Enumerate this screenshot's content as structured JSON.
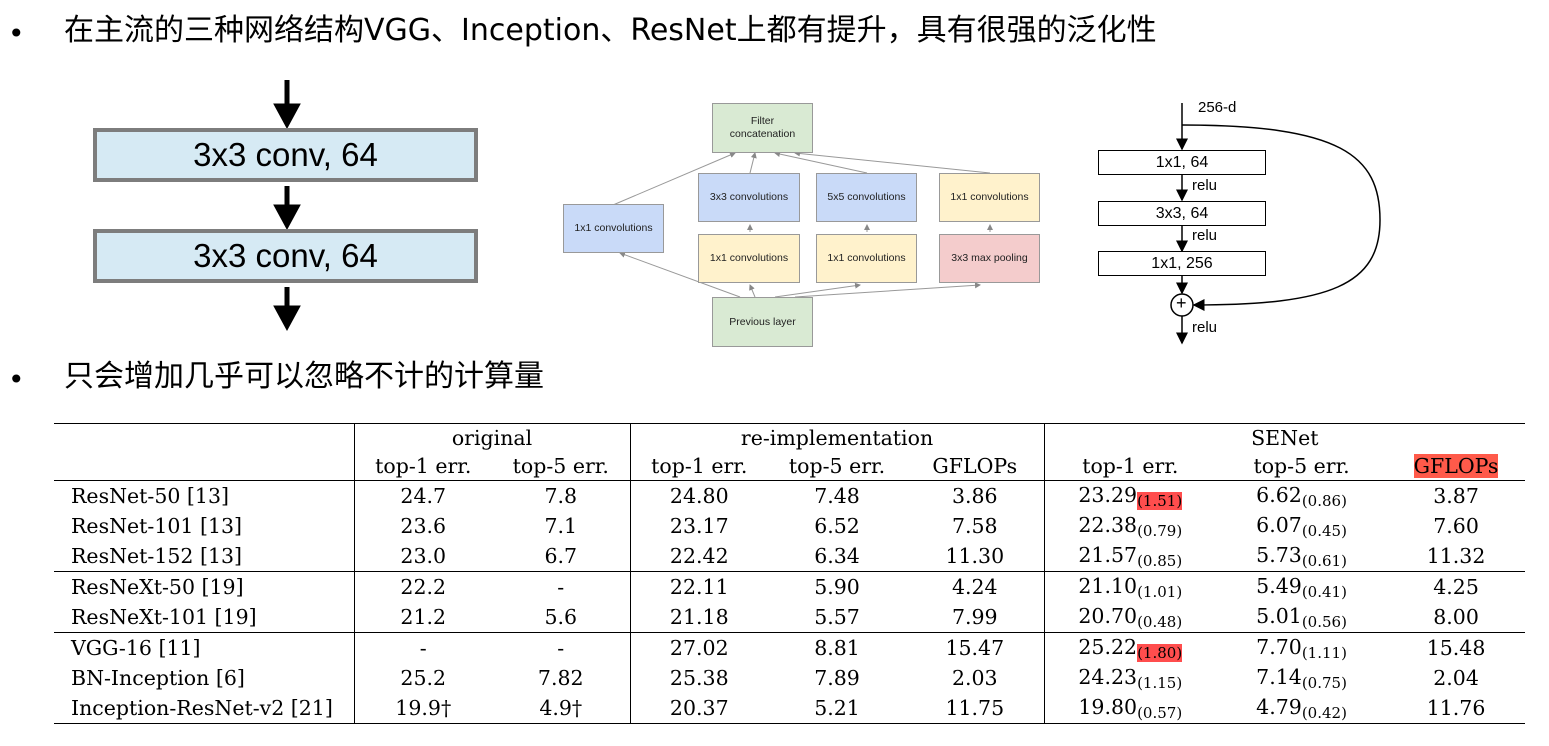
{
  "bullets": {
    "b1": "在主流的三种网络结构VGG、Inception、ResNet上都有提升，具有很强的泛化性",
    "b2": "只会增加几乎可以忽略不计的计算量",
    "marker": "•"
  },
  "vgg": {
    "box1": "3x3 conv, 64",
    "box2": "3x3 conv, 64"
  },
  "inception": {
    "filter_concat": "Filter\nconcatenation",
    "conv1x1_left": "1x1 convolutions",
    "conv3x3": "3x3 convolutions",
    "conv5x5": "5x5 convolutions",
    "conv1x1_right": "1x1 convolutions",
    "reduce1": "1x1 convolutions",
    "reduce2": "1x1 convolutions",
    "maxpool": "3x3 max pooling",
    "previous": "Previous layer"
  },
  "resnet": {
    "input": "256-d",
    "layer1": "1x1, 64",
    "layer2": "3x3, 64",
    "layer3": "1x1, 256",
    "relu1": "relu",
    "relu2": "relu",
    "relu3": "relu",
    "plus": "+"
  },
  "table": {
    "groups": {
      "original": "original",
      "reimpl": "re-implementation",
      "senet": "SENet"
    },
    "cols": {
      "o_top1": "top-1 err.",
      "o_top5": "top-5 err.",
      "r_top1": "top-1 err.",
      "r_top5": "top-5 err.",
      "r_gflops": "GFLOPs",
      "s_top1": "top-1 err.",
      "s_top5": "top-5 err.",
      "s_gflops": "GFLOPs"
    },
    "rows": [
      {
        "model": "ResNet-50 [13]",
        "o1": "24.7",
        "o5": "7.8",
        "r1": "24.80",
        "r5": "7.48",
        "rg": "3.86",
        "s1": "23.29",
        "s1d": "(1.51)",
        "s5": "6.62",
        "s5d": "(0.86)",
        "sg": "3.87"
      },
      {
        "model": "ResNet-101 [13]",
        "o1": "23.6",
        "o5": "7.1",
        "r1": "23.17",
        "r5": "6.52",
        "rg": "7.58",
        "s1": "22.38",
        "s1d": "(0.79)",
        "s5": "6.07",
        "s5d": "(0.45)",
        "sg": "7.60"
      },
      {
        "model": "ResNet-152 [13]",
        "o1": "23.0",
        "o5": "6.7",
        "r1": "22.42",
        "r5": "6.34",
        "rg": "11.30",
        "s1": "21.57",
        "s1d": "(0.85)",
        "s5": "5.73",
        "s5d": "(0.61)",
        "sg": "11.32"
      },
      {
        "model": "ResNeXt-50 [19]",
        "o1": "22.2",
        "o5": "-",
        "r1": "22.11",
        "r5": "5.90",
        "rg": "4.24",
        "s1": "21.10",
        "s1d": "(1.01)",
        "s5": "5.49",
        "s5d": "(0.41)",
        "sg": "4.25"
      },
      {
        "model": "ResNeXt-101 [19]",
        "o1": "21.2",
        "o5": "5.6",
        "r1": "21.18",
        "r5": "5.57",
        "rg": "7.99",
        "s1": "20.70",
        "s1d": "(0.48)",
        "s5": "5.01",
        "s5d": "(0.56)",
        "sg": "8.00"
      },
      {
        "model": "VGG-16 [11]",
        "o1": "-",
        "o5": "-",
        "r1": "27.02",
        "r5": "8.81",
        "rg": "15.47",
        "s1": "25.22",
        "s1d": "(1.80)",
        "s5": "7.70",
        "s5d": "(1.11)",
        "sg": "15.48"
      },
      {
        "model": "BN-Inception [6]",
        "o1": "25.2",
        "o5": "7.82",
        "r1": "25.38",
        "r5": "7.89",
        "rg": "2.03",
        "s1": "24.23",
        "s1d": "(1.15)",
        "s5": "7.14",
        "s5d": "(0.75)",
        "sg": "2.04"
      },
      {
        "model": "Inception-ResNet-v2 [21]",
        "o1": "19.9†",
        "o5": "4.9†",
        "r1": "20.37",
        "r5": "5.21",
        "rg": "11.75",
        "s1": "19.80",
        "s1d": "(0.57)",
        "s5": "4.79",
        "s5d": "(0.42)",
        "sg": "11.76"
      }
    ]
  },
  "colors": {
    "highlight": "#ff4d4d"
  }
}
